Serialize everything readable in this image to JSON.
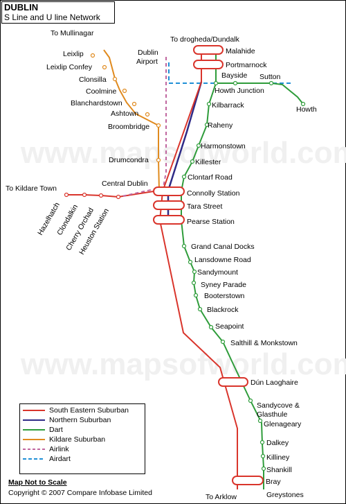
{
  "title": {
    "line1": "DUBLIN",
    "line2": "S Line and U line Network"
  },
  "watermark": "www.mapsofworld.com",
  "colors": {
    "south_eastern": "#d9342b",
    "northern": "#2e2a86",
    "dart": "#2e9c3a",
    "kildare": "#e08a1e",
    "airlink": "#c0669f",
    "airdart": "#1f8fd6"
  },
  "stations": {
    "to_mullingar": "To Mullinagar",
    "leixlip": "Leixlip",
    "leixlip_confey": "Leixlip Confey",
    "clonsilla": "Clonsilla",
    "coolmine": "Coolmine",
    "blanchardstown": "Blanchardstown",
    "ashtown": "Ashtown",
    "broombridge": "Broombridge",
    "drumcondra": "Drumcondra",
    "central_dublin": "Central Dublin",
    "to_kildare_town": "To Kildare Town",
    "hazelhatch": "Hazelhatch",
    "clondalkin": "Clondalkin",
    "cherry_orchad": "Cherry Orchad",
    "heuston": "Heuston Station",
    "dublin_airport_1": "Dublin",
    "dublin_airport_2": "Airport",
    "to_drogheda": "To drogheda/Dundalk",
    "malahide": "Malahide",
    "portmarnock": "Portmarnock",
    "bayside": "Bayside",
    "sutton": "Sutton",
    "howth_junction": "Howth Junction",
    "howth": "Howth",
    "kilbarrack": "Kilbarrack",
    "raheny": "Raheny",
    "harmonstown": "Harmonstown",
    "killester": "Killester",
    "clontarf": "Clontarf Road",
    "connolly": "Connolly Station",
    "tara": "Tara Street",
    "pearse": "Pearse Station",
    "grand_canal": "Grand Canal Docks",
    "lansdowne": "Lansdowne Road",
    "sandymount": "Sandymount",
    "sydney_parade": "Syney Parade",
    "booterstown": "Booterstown",
    "blackrock": "Blackrock",
    "seapoint": "Seapoint",
    "salthill": "Salthill & Monkstown",
    "dun_laoghaire": "Dún Laoghaire",
    "sandycove_1": "Sandycove &",
    "sandycove_2": "Glasthule",
    "glenageary": "Glenageary",
    "dalkey": "Dalkey",
    "killiney": "Killiney",
    "shankill": "Shankill",
    "bray": "Bray",
    "greystones": "Greystones",
    "to_arklow": "To Arklow"
  },
  "legend": [
    {
      "label": "South Eastern Suburban",
      "color": "#d9342b",
      "style": "solid"
    },
    {
      "label": "Northern Suburban",
      "color": "#2e2a86",
      "style": "solid"
    },
    {
      "label": "Dart",
      "color": "#2e9c3a",
      "style": "solid"
    },
    {
      "label": "Kildare Suburban",
      "color": "#e08a1e",
      "style": "solid"
    },
    {
      "label": "Airlink",
      "color": "#c0669f",
      "style": "dashed"
    },
    {
      "label": "Airdart",
      "color": "#1f8fd6",
      "style": "dashed"
    }
  ],
  "footer": {
    "note": "Map Not to Scale",
    "copyright": "Copyright © 2007 Compare Infobase Limited"
  }
}
